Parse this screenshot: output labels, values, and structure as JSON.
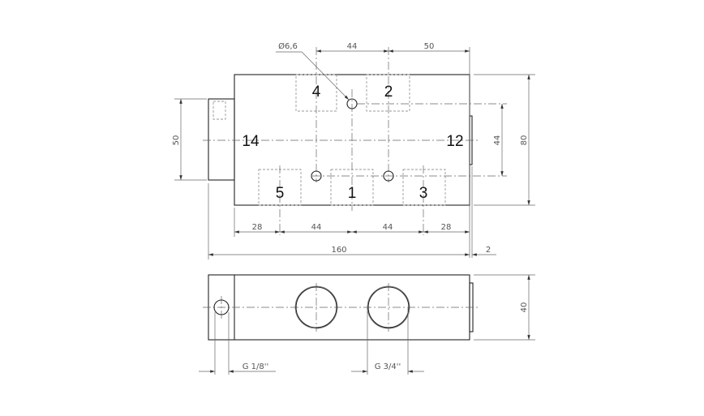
{
  "ports": {
    "p4": "4",
    "p2": "2",
    "p14": "14",
    "p12": "12",
    "p5": "5",
    "p1": "1",
    "p3": "3"
  },
  "dims": {
    "hole_dia": "Ø6,6",
    "top_44": "44",
    "top_50": "50",
    "left_50": "50",
    "right_44": "44",
    "right_80": "80",
    "bot_28a": "28",
    "bot_44a": "44",
    "bot_44b": "44",
    "bot_28b": "28",
    "total_160": "160",
    "plate_2": "2",
    "side_40": "40",
    "thread_small": "G 1/8''",
    "thread_large": "G 3/4''"
  }
}
